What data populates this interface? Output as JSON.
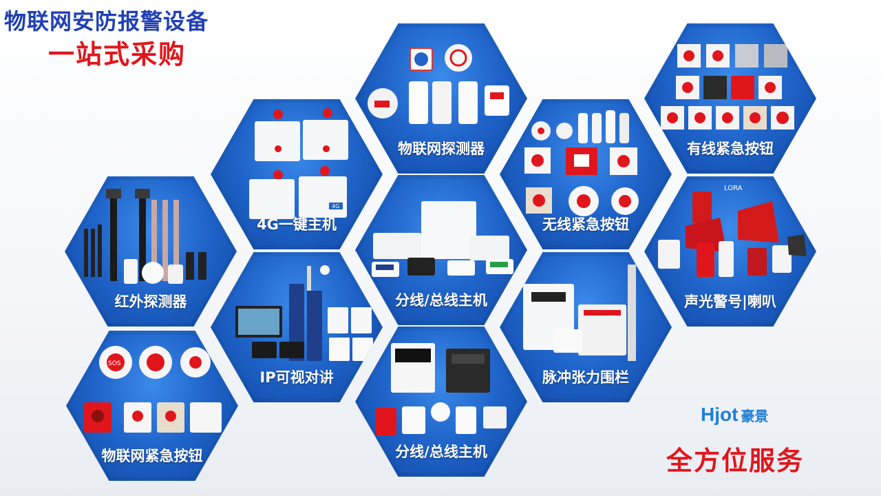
{
  "title": {
    "line1": "物联网安防报警设备",
    "line2": "一站式采购"
  },
  "cells": [
    {
      "id": "iot-detector",
      "label": "物联网探测器"
    },
    {
      "id": "wired-emergency",
      "label": "有线紧急按钮"
    },
    {
      "id": "4g-host",
      "label": "4G一键主机"
    },
    {
      "id": "wireless-emergency",
      "label": "无线紧急按钮"
    },
    {
      "id": "infrared-detector",
      "label": "红外探测器"
    },
    {
      "id": "zone-bus-host-1",
      "label": "分线/总线主机"
    },
    {
      "id": "sound-light-alarm",
      "label": "声光警号|喇叭"
    },
    {
      "id": "ip-intercom",
      "label": "IP可视对讲"
    },
    {
      "id": "pulse-fence",
      "label": "脉冲张力围栏"
    },
    {
      "id": "iot-emergency",
      "label": "物联网紧急按钮"
    },
    {
      "id": "zone-bus-host-2",
      "label": "分线/总线主机"
    }
  ],
  "product_text": {
    "sos": "SOS",
    "lora": "LORA",
    "badge_4g": "4G"
  },
  "brand": {
    "mark": "Hjot",
    "name_cn": "豪景"
  },
  "slogan": "全方位服务",
  "colors": {
    "hex_blue": "#1b5dbd",
    "title_blue": "#1f3fb5",
    "accent_red": "#e0161c",
    "brand_blue": "#1f7ed6"
  }
}
